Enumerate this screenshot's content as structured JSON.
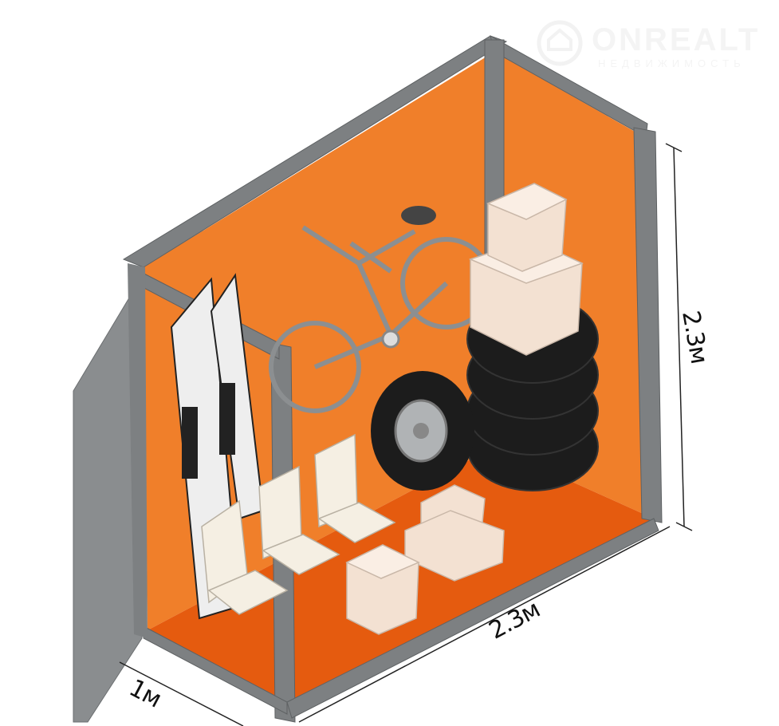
{
  "watermark": {
    "brand": "ONREALT",
    "subtitle": "НЕДВИЖИМОСТЬ"
  },
  "dimensions": {
    "height": "2.3м",
    "length": "2.3м",
    "width": "1м"
  },
  "colors": {
    "wall": "#f07f2a",
    "floor": "#e55b0f",
    "frame": "#7d8082",
    "door": "#8a8d8f",
    "box": "#f3e1d2",
    "tire": "#1c1c1c"
  }
}
